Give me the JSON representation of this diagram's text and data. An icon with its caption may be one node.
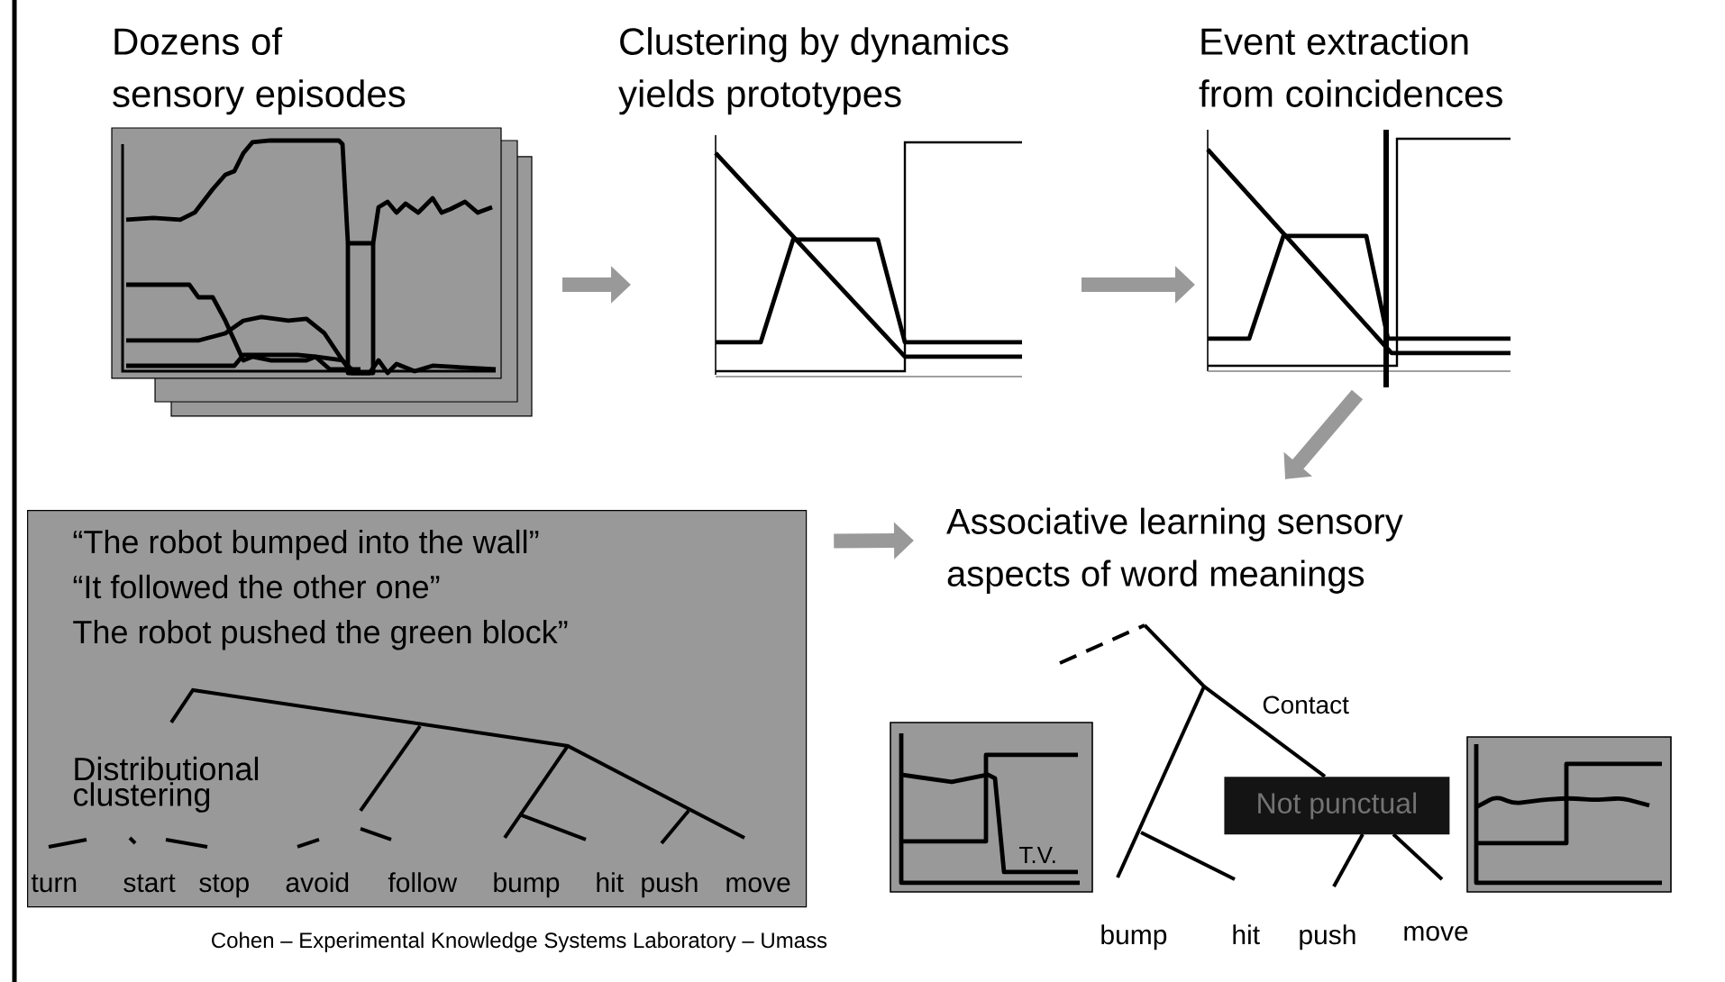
{
  "diagram": {
    "nodes": [
      {
        "text": [
          "Dozens of sensory episodes"
        ]
      },
      {
        "text": [
          "Clustering by dynamics yields prototypes"
        ]
      },
      {
        "text": [
          "Event extraction from coincidences"
        ]
      },
      {
        "text": [
          "“The robot bumped into the wall”",
          "“It followed the other one”",
          "The robot pushed the green block”",
          "Distributional clustering",
          "turn",
          "start",
          "stop",
          "avoid",
          "follow",
          "bump",
          "hit",
          "push",
          "move"
        ]
      },
      {
        "text": [
          "Associative learning sensory aspects of word meanings"
        ]
      },
      {
        "text": [
          "Not punctual"
        ]
      }
    ],
    "edges": [
      {
        "from": 0,
        "to": 1,
        "arrow": "to"
      },
      {
        "from": 1,
        "to": 2,
        "arrow": "to"
      },
      {
        "from": 2,
        "to": 4,
        "arrow": "to"
      },
      {
        "from": 3,
        "to": 4,
        "arrow": "to"
      }
    ],
    "labels": [
      "Contact",
      "T.V.",
      "bump",
      "hit",
      "push",
      "move",
      "Cohen – Experimental Knowledge Systems Laboratory – Umass"
    ]
  }
}
